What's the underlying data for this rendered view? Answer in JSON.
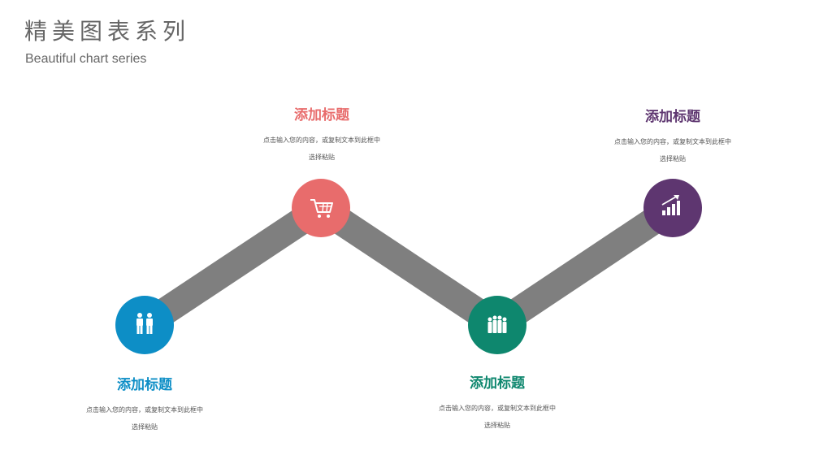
{
  "header": {
    "title": "精美图表系列",
    "subtitle": "Beautiful chart series"
  },
  "connector_color": "#7f7f7f",
  "nodes": [
    {
      "title": "添加标题",
      "body_line1": "点击输入您的内容，或复制文本到此框中",
      "body_line2": "选择粘贴",
      "color": "#0d8ec6",
      "icon": "people-icon"
    },
    {
      "title": "添加标题",
      "body_line1": "点击输入您的内容，或复制文本到此框中",
      "body_line2": "选择粘贴",
      "color": "#e86c6c",
      "icon": "shopping-cart-icon"
    },
    {
      "title": "添加标题",
      "body_line1": "点击输入您的内容，或复制文本到此框中",
      "body_line2": "选择粘贴",
      "color": "#0e876e",
      "icon": "crowd-icon"
    },
    {
      "title": "添加标题",
      "body_line1": "点击输入您的内容，或复制文本到此框中",
      "body_line2": "选择粘贴",
      "color": "#5e3670",
      "icon": "growth-chart-icon"
    }
  ]
}
